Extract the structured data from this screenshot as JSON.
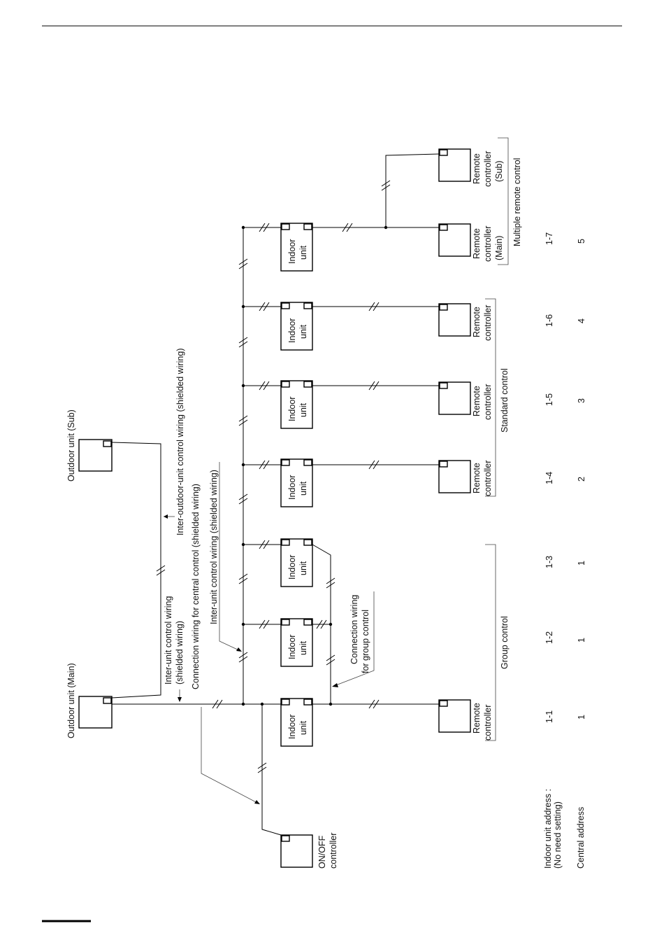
{
  "labels": {
    "outdoor_main": "Outdoor unit (Main)",
    "outdoor_sub": "Outdoor unit (Sub)",
    "inter_outdoor_wiring": "Inter-outdoor-unit control wiring (shielded wiring)",
    "inter_unit_wiring_line1": "Inter-unit control wiring",
    "inter_unit_wiring_line2": "(shielded wiring)",
    "central_control_wiring": "Connection wiring for central control (shielded wiring)",
    "inter_unit_wiring_full": "Inter-unit control wiring (shielded wiring)",
    "group_wiring_line1": "Connection wiring",
    "group_wiring_line2": "for group control",
    "indoor_unit_line1": "Indoor",
    "indoor_unit_line2": "unit",
    "remote_line1": "Remote",
    "remote_line2": "controller",
    "remote_main_line3": "(Main)",
    "remote_sub_line3": "(Sub)",
    "onoff_line1": "ON/OFF",
    "onoff_line2": "controller",
    "group_control": "Group control",
    "standard_control": "Standard control",
    "multiple_remote_control": "Multiple remote control",
    "indoor_address_label_line1": "Indoor unit address :",
    "indoor_address_label_line2": "(No need setting)",
    "central_address_label": "Central address"
  },
  "indoor_addresses": [
    "1-1",
    "1-2",
    "1-3",
    "1-4",
    "1-5",
    "1-6",
    "1-7"
  ],
  "central_addresses": [
    "1",
    "1",
    "1",
    "2",
    "3",
    "4",
    "5"
  ]
}
